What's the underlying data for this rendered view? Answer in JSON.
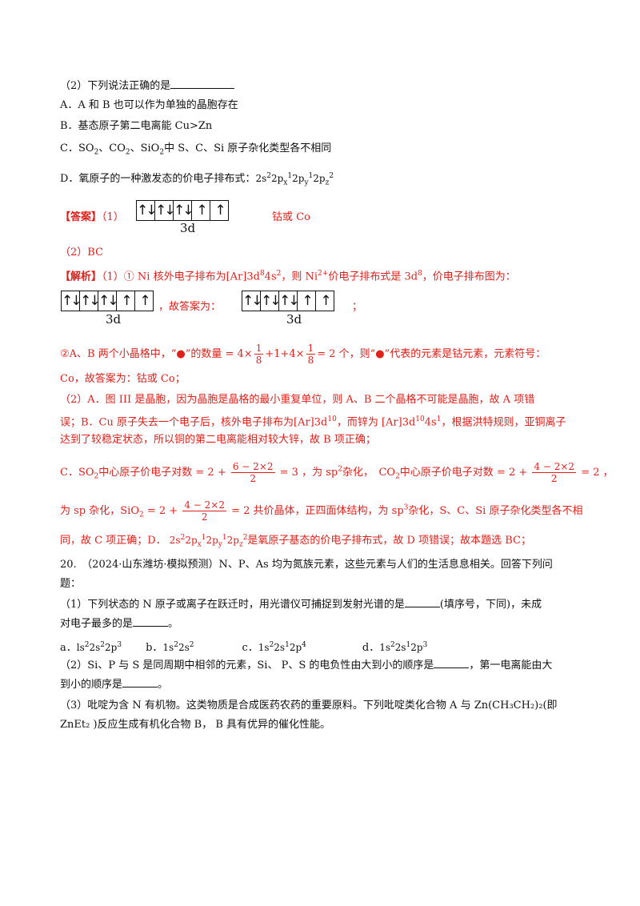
{
  "q2": {
    "prompt": "（2）下列说法正确的是",
    "A": "A．A 和 B 也可以作为单独的晶胞存在",
    "B": "B．基态原子第二电离能 Cu>Zn",
    "C_prefix": "C．",
    "C_tail": "中 S、C、Si 原子杂化类型各不相同",
    "D": "D．氧原子的一种激发态的价电子排布式："
  },
  "answer": {
    "label": "【答案】",
    "part1": "（1）",
    "orbital_label": "3d",
    "element": "钴或 Co",
    "part2": "（2）BC"
  },
  "orbital_cells": [
    "↑↓",
    "↑↓",
    "↑↓",
    "↑",
    "↑"
  ],
  "analysis": {
    "label": "【解析】",
    "l1_a": "（1）① Ni 核外电子排布为[Ar]3d",
    "l1_b": "4s",
    "l1_c": "，则 Ni",
    "l1_d": "价电子排布式是 3d",
    "l1_e": "，价电子排布图为：",
    "l2_mid": "，故答案为：",
    "l2_end": "；",
    "l3_a": "②A、B 两个小晶格中，“●”的数量",
    "l3_b": "个，则“●”代表的元素是钴元素，元素符号：",
    "l4": "Co，故答案为：钴或 Co；",
    "l5": "（2）A．图 III 是晶胞，因为晶胞是晶格的最小重复单位，则 A、B 二个晶格不可能是晶胞，故 A 项错",
    "l6_a": "误；B．Cu 原子失去一个电子后，核外电子排布为[Ar]3d",
    "l6_b": "，而锌为 [Ar]3d",
    "l6_c": "4s",
    "l6_d": "，根据洪特规则，亚铜离子",
    "l7": "达到了较稳定状态，所以铜的第二电离能相对较大锌，故 B 项正确；",
    "l8_a": "C．SO",
    "l8_b": "中心原子价电子对数",
    "l8_c": "，为 sp",
    "l8_d": "杂化，　CO",
    "l8_e": "中心原子价电子对数",
    "l9_a": "为 sp 杂化，SiO",
    "l9_b": "共价晶体，正四面体结构，为 sp",
    "l9_c": "杂化，S、C、Si 原子杂化类型各不相",
    "l10_a": "同，故 C 项正确；D．",
    "l10_b": "是氧原子基态的价电子排布式，故 D 项错误；故本题选 BC；"
  },
  "q20": {
    "l1": "20.　（2024·山东潍坊·模拟预测）N、P、As 均为氮族元素，这些元素与人们的生活息息相关。回答下列问",
    "l2": "题：",
    "l3_a": "（1）下列状态的 N 原子或离子在跃迁时，用光谱仪可捕捉到发射光谱的是",
    "l3_b": "(填序号，下同)，未成",
    "l4_a": "对电子最多的是",
    "l4_b": "。",
    "opt_a": "a．",
    "opt_b": "b．",
    "opt_c": "c．",
    "opt_d": "d．",
    "l6_a": "（2）Si、P 与 S 是同周期中相邻的元素，Si、 P、S 的电负性由大到小的顺序是",
    "l6_b": "，第一电离能由大",
    "l7_a": "到小的顺序是",
    "l7_b": "。",
    "l8": "（3）吡啶为含 N 有机物。这类物质是合成医药农药的重要原料。下列吡啶类化合物 A 与 Zn(CH₃CH₂)₂(即",
    "l9": "ZnEt₂ )反应生成有机化合物 B，  B 具有优异的催化性能。"
  }
}
